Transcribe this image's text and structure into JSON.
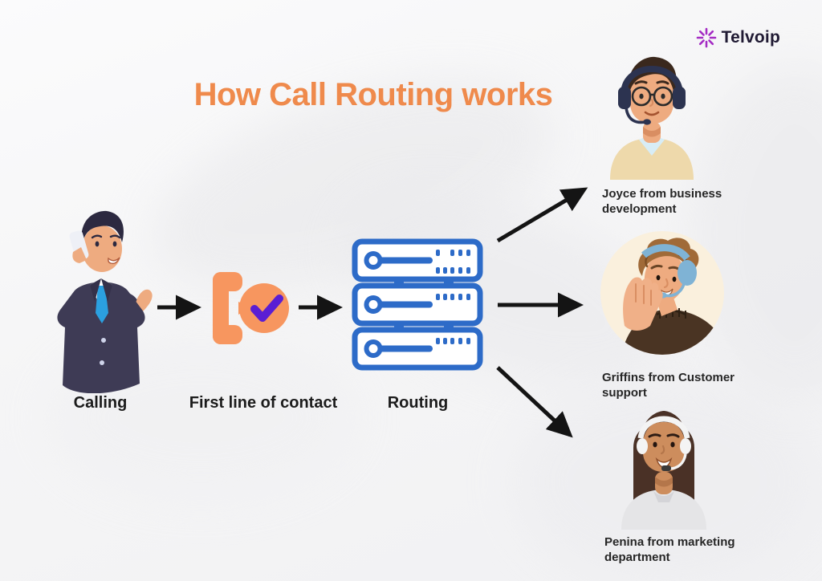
{
  "logo": {
    "name": "Telvoip",
    "icon": "starburst-icon",
    "icon_color": "#a42cc4",
    "text_color": "#201a33"
  },
  "title": {
    "text": "How Call Routing works",
    "color": "#ef8a4c"
  },
  "flow_steps": [
    {
      "id": "calling",
      "label": "Calling",
      "illustration": "man-in-suit-on-phone"
    },
    {
      "id": "first-line-of-contact",
      "label": "First line of contact",
      "illustration": "phone-handset-with-check-bubble",
      "handset_color": "#f7965f",
      "check_color": "#5a1ed3"
    },
    {
      "id": "routing",
      "label": "Routing",
      "illustration": "server-rack",
      "outline_color": "#2d6bc8"
    }
  ],
  "agents": [
    {
      "id": "joyce",
      "label": "Joyce from business\ndevelopment",
      "illustration": "male-agent-glasses-headset"
    },
    {
      "id": "griffins",
      "label": "Griffins from Customer\nsupport",
      "illustration": "male-agent-curly-hair-blue-headset"
    },
    {
      "id": "penina",
      "label": "Penina from marketing\ndepartment",
      "illustration": "female-agent-white-headset"
    }
  ],
  "connections": [
    {
      "from": "calling",
      "to": "first-line-of-contact"
    },
    {
      "from": "first-line-of-contact",
      "to": "routing"
    },
    {
      "from": "routing",
      "to": "joyce"
    },
    {
      "from": "routing",
      "to": "griffins"
    },
    {
      "from": "routing",
      "to": "penina"
    }
  ],
  "colors": {
    "background": "#f6f6f7",
    "arrow": "#141414",
    "step_label_text": "#1b1b1b",
    "agent_label_text": "#262626"
  }
}
